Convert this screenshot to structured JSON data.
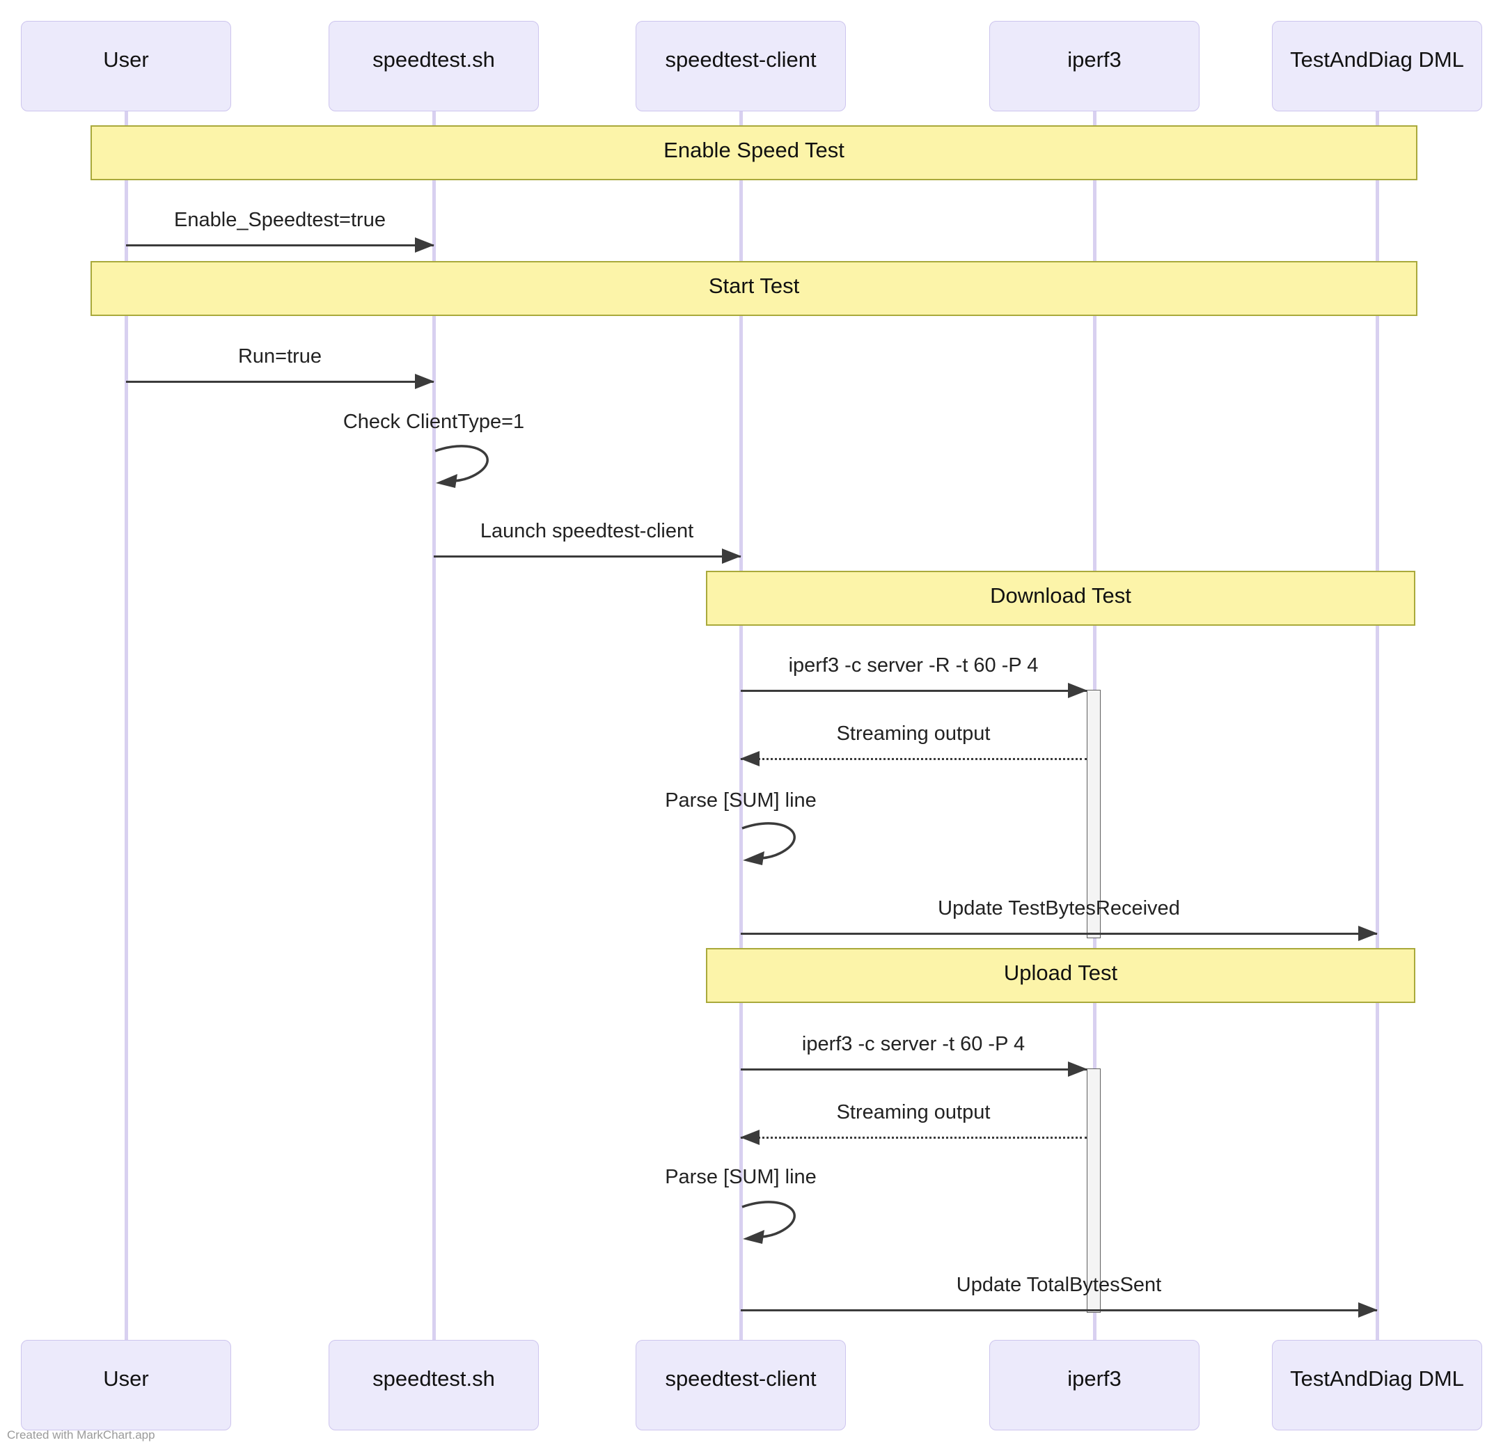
{
  "diagram_type": "sequence",
  "actors": [
    {
      "name": "User"
    },
    {
      "name": "speedtest.sh"
    },
    {
      "name": "speedtest-client"
    },
    {
      "name": "iperf3"
    },
    {
      "name": "TestAndDiag DML"
    }
  ],
  "banners": [
    {
      "label": "Enable Speed Test"
    },
    {
      "label": "Start Test"
    },
    {
      "label": "Download Test"
    },
    {
      "label": "Upload Test"
    }
  ],
  "messages": [
    {
      "from": "User",
      "to": "speedtest.sh",
      "label": "Enable_Speedtest=true",
      "style": "solid"
    },
    {
      "from": "User",
      "to": "speedtest.sh",
      "label": "Run=true",
      "style": "solid"
    },
    {
      "from": "speedtest.sh",
      "to": "speedtest-client",
      "label": "Launch speedtest-client",
      "style": "solid"
    },
    {
      "from": "speedtest-client",
      "to": "iperf3",
      "label": "iperf3 -c server -R -t 60 -P 4",
      "style": "solid"
    },
    {
      "from": "iperf3",
      "to": "speedtest-client",
      "label": "Streaming output",
      "style": "dashed"
    },
    {
      "from": "speedtest-client",
      "to": "TestAndDiag DML",
      "label": "Update TestBytesReceived",
      "style": "solid"
    },
    {
      "from": "speedtest-client",
      "to": "iperf3",
      "label": "iperf3 -c server -t 60 -P 4",
      "style": "solid"
    },
    {
      "from": "iperf3",
      "to": "speedtest-client",
      "label": "Streaming output",
      "style": "dashed"
    },
    {
      "from": "speedtest-client",
      "to": "TestAndDiag DML",
      "label": "Update TotalBytesSent",
      "style": "solid"
    }
  ],
  "self_messages": [
    {
      "actor": "speedtest.sh",
      "label": "Check ClientType=1"
    },
    {
      "actor": "speedtest-client",
      "label": "Parse [SUM] line"
    },
    {
      "actor": "speedtest-client",
      "label": "Parse [SUM] line"
    }
  ],
  "footer": {
    "credit": "Created with MarkChart.app"
  },
  "colors": {
    "actorFill": "#ECEAFB",
    "actorBorder": "#CDC5EE",
    "lifeline": "#D8D0F0",
    "bannerFill": "#FCF4A9",
    "bannerBorder": "#A9A93B",
    "arrow": "#3B3B3B",
    "text": "#222222",
    "activationFill": "#F4F4F4",
    "activationBorder": "#5F5F5F",
    "credit": "#9A9A9A"
  }
}
